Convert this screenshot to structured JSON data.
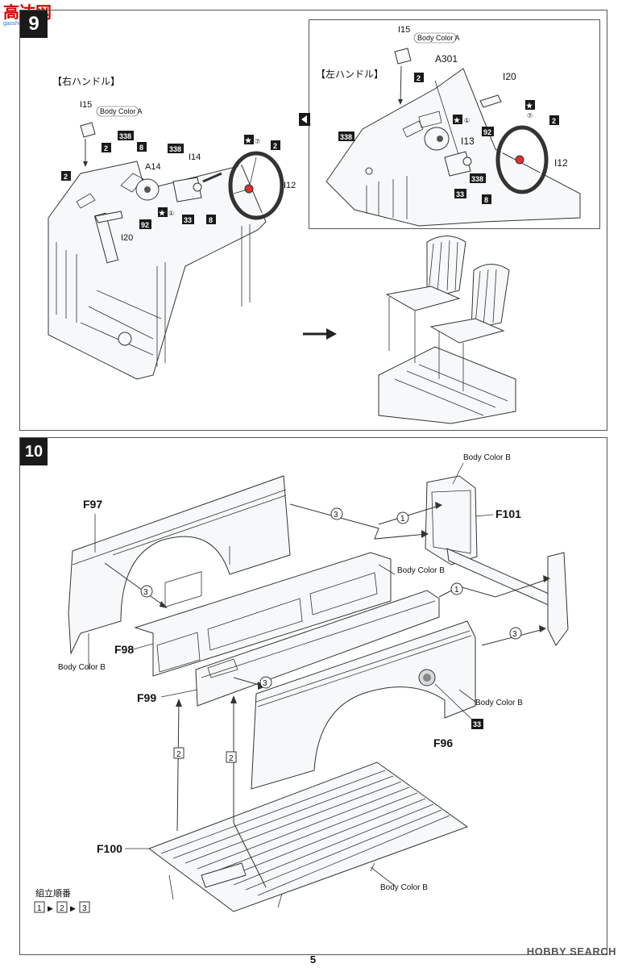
{
  "watermark_logo": {
    "text": "高达网",
    "sub": "gaoshou.net"
  },
  "step9": {
    "number": "9",
    "rhd_label": "【右ハンドル】",
    "lhd_label": "【左ハンドル】",
    "color_a": "Body Color A",
    "rhd_parts": {
      "i15": "I15",
      "a14": "A14",
      "i14": "I14",
      "i12": "I12",
      "i20": "I20"
    },
    "lhd_parts": {
      "i15": "I15",
      "a301": "A301",
      "i20": "I20",
      "i13": "I13",
      "i12": "I12"
    },
    "paint_codes": {
      "c2": "2",
      "c8": "8",
      "c92": "92",
      "c33": "33",
      "c338": "338",
      "star": "★",
      "circ7": "⑦",
      "circ1": "①"
    }
  },
  "step10": {
    "number": "10",
    "parts": {
      "f97": "F97",
      "f98": "F98",
      "f99": "F99",
      "f96": "F96",
      "f100": "F100",
      "f101": "F101"
    },
    "color_b": "Body Color B",
    "paint_33": "33",
    "order_title": "組立順番",
    "order": [
      "1",
      "2",
      "3"
    ],
    "order_sep": "▶",
    "seq": {
      "s1": "1",
      "s2": "2",
      "s3": "3"
    }
  },
  "footer": {
    "page": "5",
    "brand": "HOBBY SEARCH"
  }
}
